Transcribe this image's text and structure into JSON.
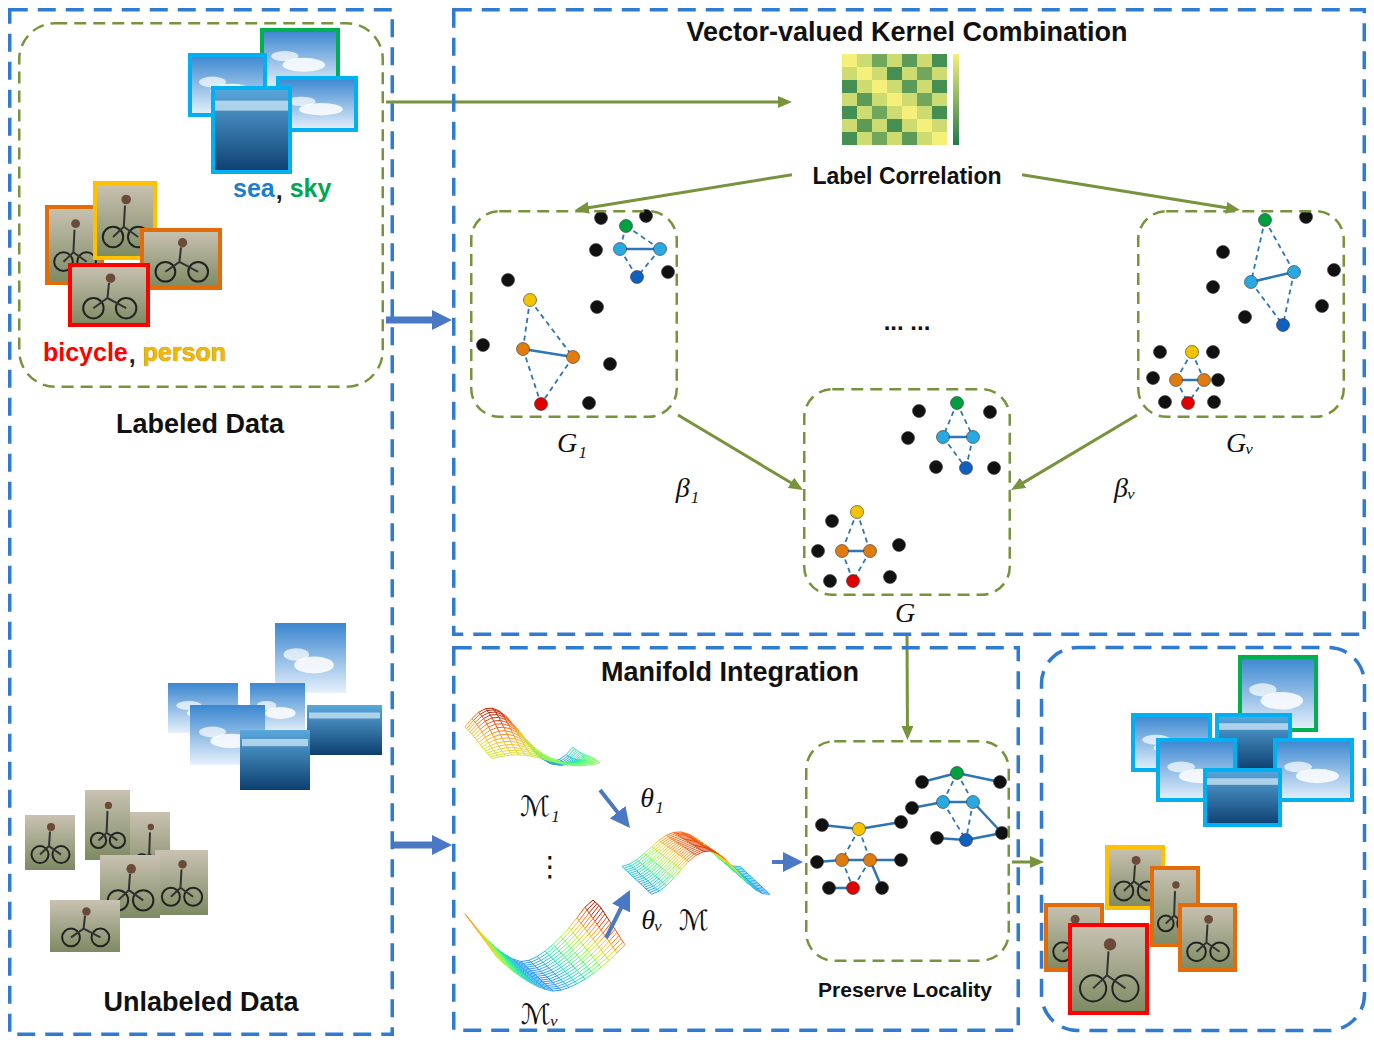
{
  "diagram": {
    "nodes": [
      {
        "text": [
          "Unlabeled Data"
        ]
      },
      {
        "text": [
          "Labeled Data"
        ],
        "in": 0
      },
      {
        "text": [
          "Vector-valued Kernel Combination"
        ]
      },
      {
        "text": [
          "Label Correlation"
        ],
        "in": 2
      },
      {
        "text": [
          "G₁"
        ],
        "in": 2
      },
      {
        "text": [
          "Gᵥ"
        ],
        "in": 2
      },
      {
        "text": [
          "G"
        ],
        "in": 2
      },
      {
        "text": [
          "Manifold Integration"
        ]
      },
      {
        "text": [
          "Preserve Locality"
        ],
        "in": 7
      }
    ],
    "edges": [
      {
        "from": 1,
        "to": 3,
        "arrow": "to"
      },
      {
        "from": 1,
        "to": 2,
        "arrow": "to"
      },
      {
        "from": 3,
        "to": 4,
        "arrow": "to"
      },
      {
        "from": 3,
        "to": 5,
        "arrow": "to"
      },
      {
        "from": 4,
        "to": 6,
        "label": "β₁",
        "arrow": "to"
      },
      {
        "from": 5,
        "to": 6,
        "label": "βᵥ",
        "arrow": "to"
      },
      {
        "from": 6,
        "to": 8,
        "arrow": "to"
      },
      {
        "from": 0,
        "to": 7,
        "arrow": "to"
      }
    ],
    "labels": [
      "sea",
      ",",
      "sky",
      "bicycle",
      ",",
      "person",
      "... ...",
      "ℳ₁",
      "θ₁",
      "⋮",
      "θᵥ",
      "ℳ",
      "ℳᵥ"
    ]
  }
}
